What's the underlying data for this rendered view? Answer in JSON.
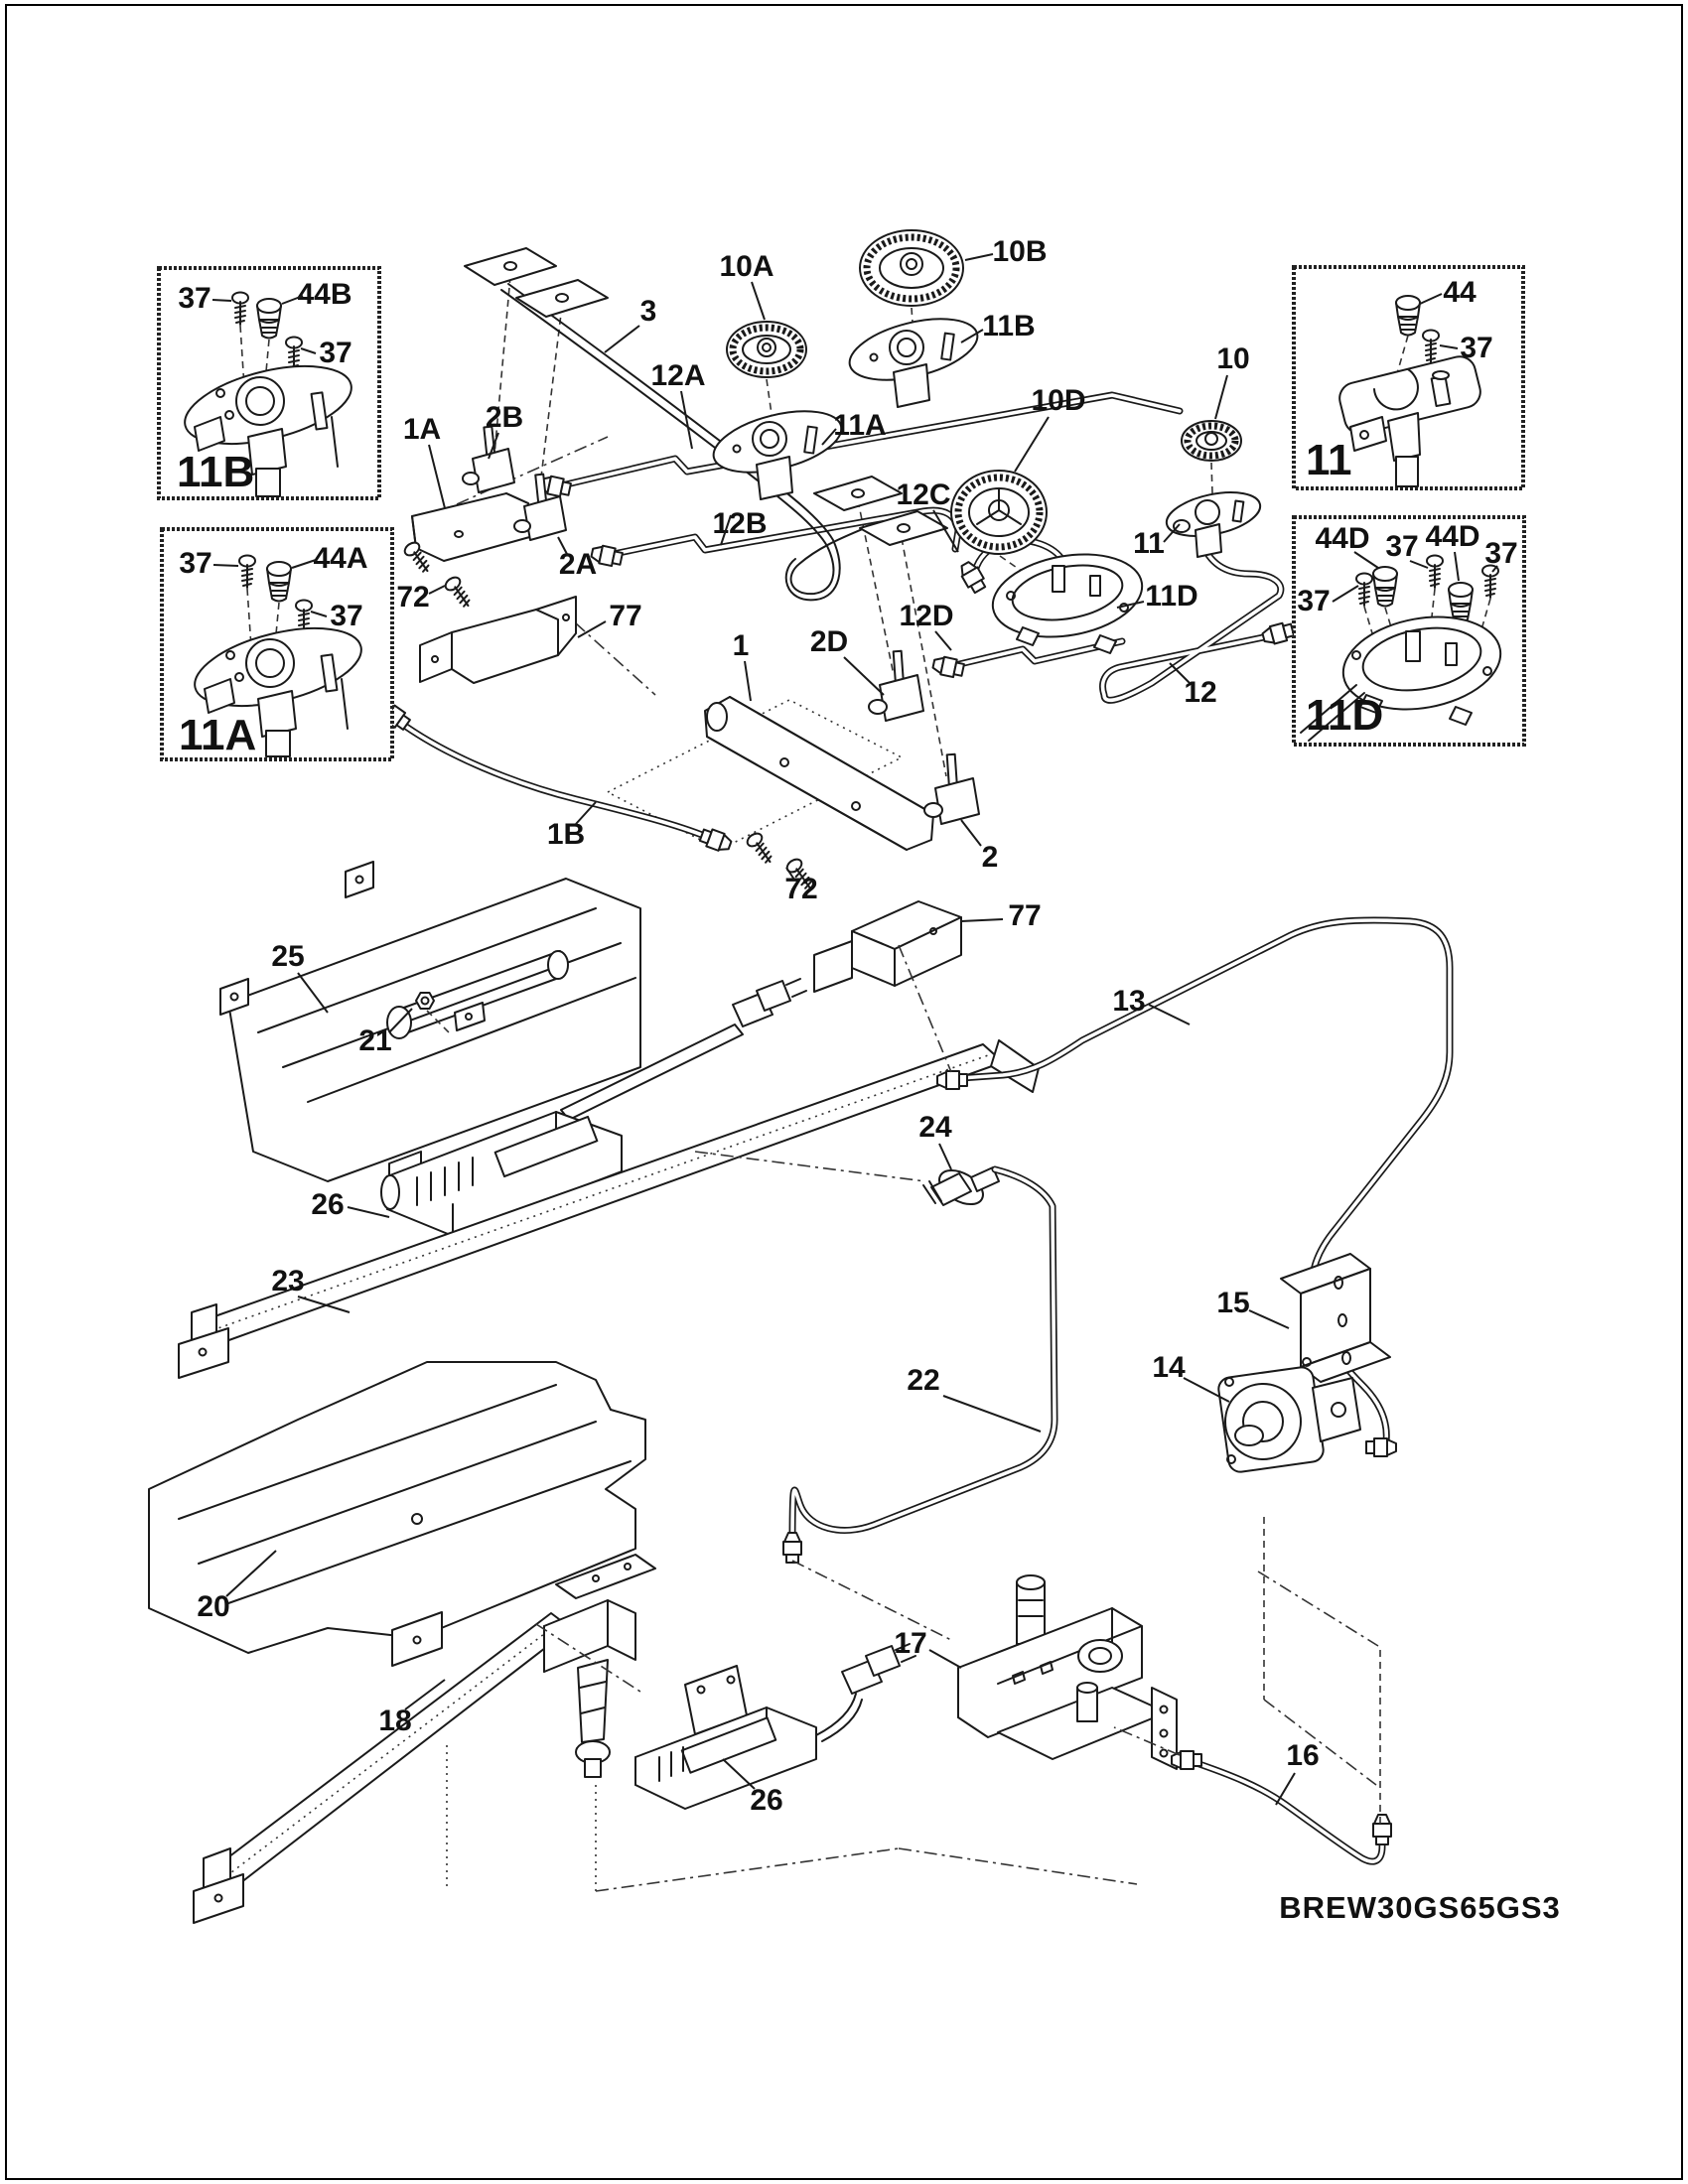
{
  "document_type": "exploded parts diagram",
  "drawing_code": "BREW30GS65GS3",
  "parts": {
    "1": "1",
    "1A": "1A",
    "1B": "1B",
    "2": "2",
    "2A": "2A",
    "2B": "2B",
    "2D": "2D",
    "3": "3",
    "10": "10",
    "10A": "10A",
    "10B": "10B",
    "10D": "10D",
    "11": "11",
    "11A": "11A",
    "11B": "11B",
    "11D": "11D",
    "12": "12",
    "12A": "12A",
    "12B": "12B",
    "12C": "12C",
    "12D": "12D",
    "13": "13",
    "14": "14",
    "15": "15",
    "16": "16",
    "17": "17",
    "18": "18",
    "20": "20",
    "21": "21",
    "22": "22",
    "23": "23",
    "24": "24",
    "25": "25",
    "26": "26",
    "37": "37",
    "44": "44",
    "44A": "44A",
    "44B": "44B",
    "44D": "44D",
    "72": "72",
    "77": "77"
  },
  "inset_panels": [
    {
      "title": "11B",
      "callouts": [
        "37",
        "44B",
        "37"
      ]
    },
    {
      "title": "11A",
      "callouts": [
        "37",
        "44A",
        "37"
      ]
    },
    {
      "title": "11",
      "callouts": [
        "44",
        "37"
      ]
    },
    {
      "title": "11D",
      "callouts": [
        "44D",
        "37",
        "44D",
        "37",
        "37"
      ]
    }
  ]
}
